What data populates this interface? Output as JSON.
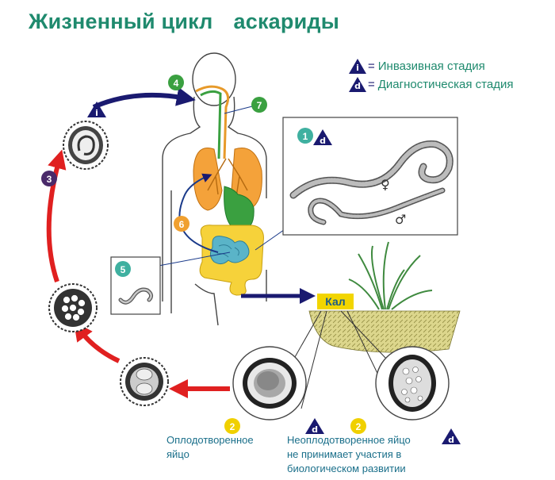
{
  "title_part1": "Жизненный цикл",
  "title_part2": "аскариды",
  "legend": [
    {
      "letter": "i",
      "label": "Инвазивная стадия"
    },
    {
      "letter": "d",
      "label": "Диагностическая стадия"
    }
  ],
  "markers": {
    "n1": "1",
    "n2": "2",
    "n3": "3",
    "n4": "4",
    "n5": "5",
    "n6": "6",
    "n7": "7",
    "i_letter": "i",
    "d_letter": "d"
  },
  "symbols": {
    "female": "♀",
    "male": "♂"
  },
  "feces_label": "Кал",
  "captions": {
    "fertilized": [
      "Оплодотворенное",
      "яйцо"
    ],
    "unfertilized": [
      "Неоплодотворенное яйцо",
      "не принимает участия в",
      "биологическом развитии"
    ]
  },
  "colors": {
    "title": "#1f8a6e",
    "navy": "#1a1a70",
    "red_arrow": "#e02020",
    "green_marker": "#3aa040",
    "orange_marker": "#f0a030",
    "yellow_marker": "#f0d000",
    "teal_marker": "#3fb0a0",
    "purple_marker": "#4a2a6a",
    "lungs": "#f4a23a",
    "intestine": "#f6d23a",
    "stomach": "#3aa040",
    "small_intestine": "#5ab4c8"
  }
}
